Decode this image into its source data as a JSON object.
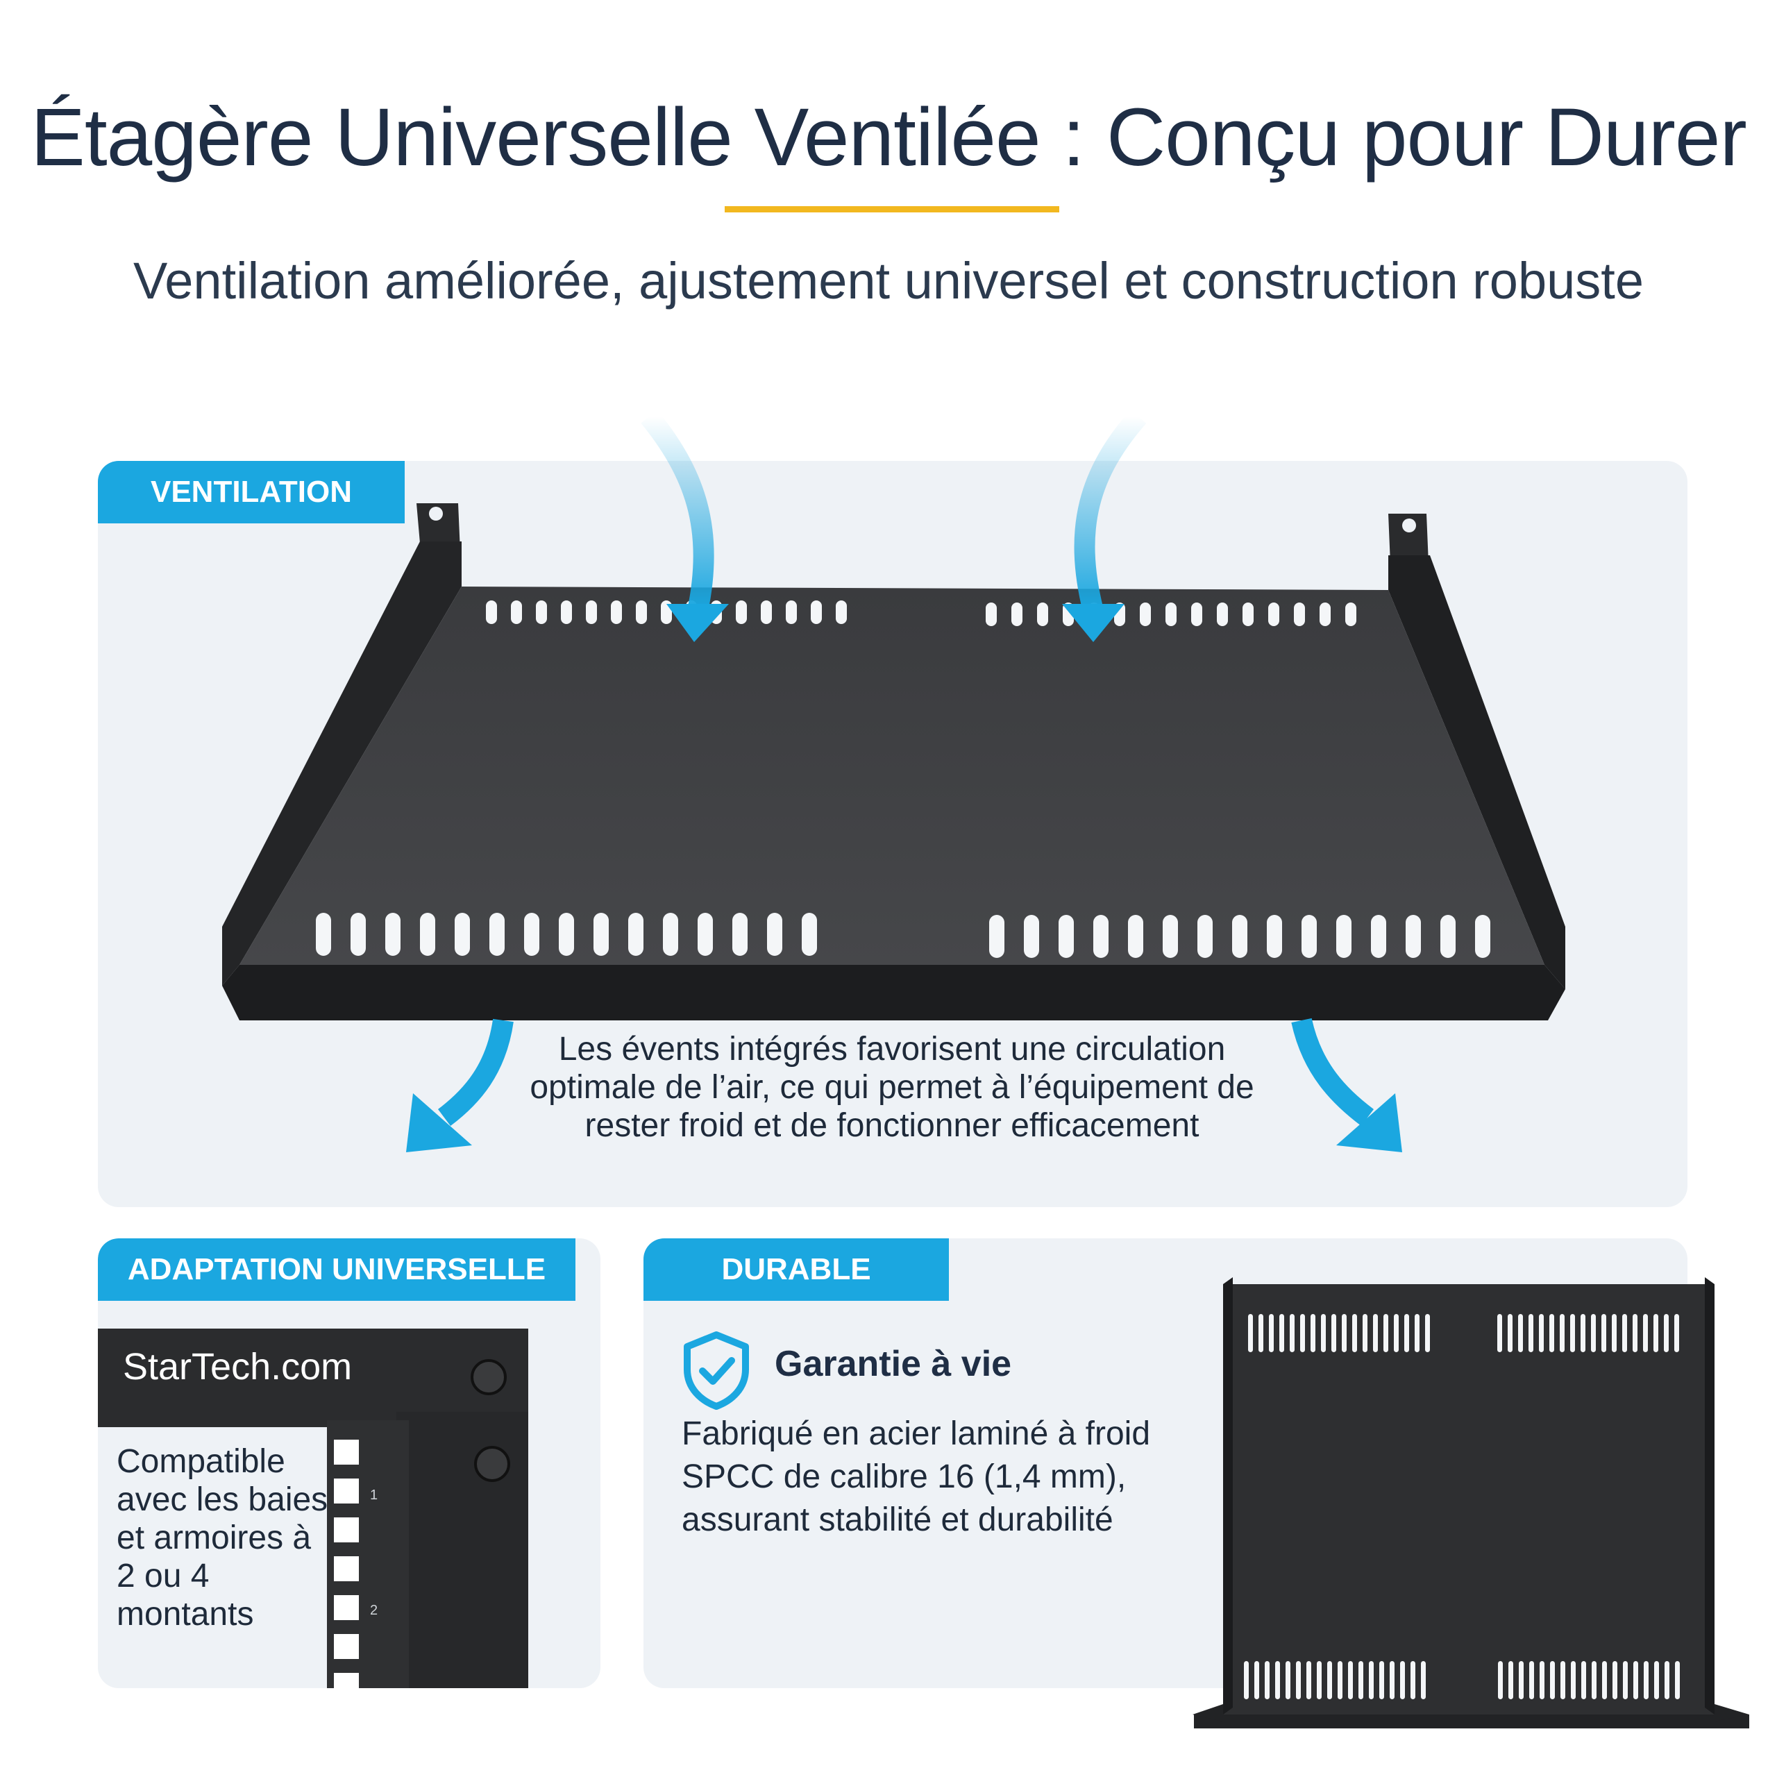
{
  "header": {
    "title": "Étagère Universelle Ventilée : Conçu pour Durer",
    "subtitle": "Ventilation améliorée, ajustement universel et construction robuste"
  },
  "ventilation": {
    "tab_label": "VENTILATION",
    "description": "Les évents intégrés favorisent une circulation optimale de l’air, ce qui permet à l’équipement de rester froid et de fonctionner efficacement"
  },
  "adaptation": {
    "tab_label": "ADAPTATION UNIVERSELLE",
    "description": "Compatible avec les baies et armoires à 2 ou 4 montants",
    "brand_logo": "StarTech.com",
    "rack_unit_labels": [
      "1",
      "2"
    ]
  },
  "durable": {
    "tab_label": "DURABLE",
    "warranty_title": "Garantie à vie",
    "description": "Fabriqué en acier laminé à froid SPCC de calibre 16 (1,4 mm), assurant stabilité et durabilité",
    "icon": "shield-check-icon"
  },
  "colors": {
    "accent_blue": "#1ba7e0",
    "accent_yellow": "#f2b81f",
    "panel_bg": "#eef2f6",
    "text_dark": "#1f2e45",
    "metal_black": "#2b2c2e"
  }
}
